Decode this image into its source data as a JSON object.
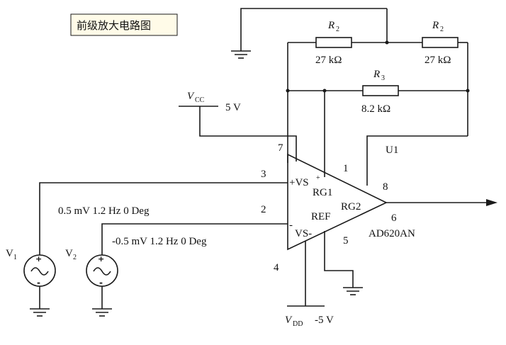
{
  "title": "前级放大电路图",
  "resistors": {
    "r2_left": {
      "name": "R",
      "sub": "2",
      "value": "27 kΩ"
    },
    "r2_right": {
      "name": "R",
      "sub": "2",
      "value": "27 kΩ"
    },
    "r3": {
      "name": "R",
      "sub": "3",
      "value": "8.2 kΩ"
    }
  },
  "supply": {
    "vcc": {
      "name": "V",
      "sub": "CC",
      "value": "5 V"
    },
    "vdd": {
      "name": "V",
      "sub": "DD",
      "value": "-5 V"
    }
  },
  "sources": {
    "v1": {
      "name": "V",
      "sub": "1",
      "spec": "0.5 mV 1.2 Hz 0 Deg"
    },
    "v2": {
      "name": "V",
      "sub": "2",
      "spec": "-0.5 mV 1.2 Hz 0 Deg"
    }
  },
  "amplifier": {
    "ref": "U1",
    "part": "AD620AN",
    "pin_labels": {
      "vs_plus": "+VS",
      "vs_minus": "VS-",
      "rg1": "RG1",
      "rg2": "RG2",
      "ref": "REF"
    },
    "pins": {
      "p7": "7",
      "p3": "3",
      "p2": "2",
      "p4": "4",
      "p1": "1",
      "p8": "8",
      "p6": "6",
      "p5": "5"
    }
  }
}
